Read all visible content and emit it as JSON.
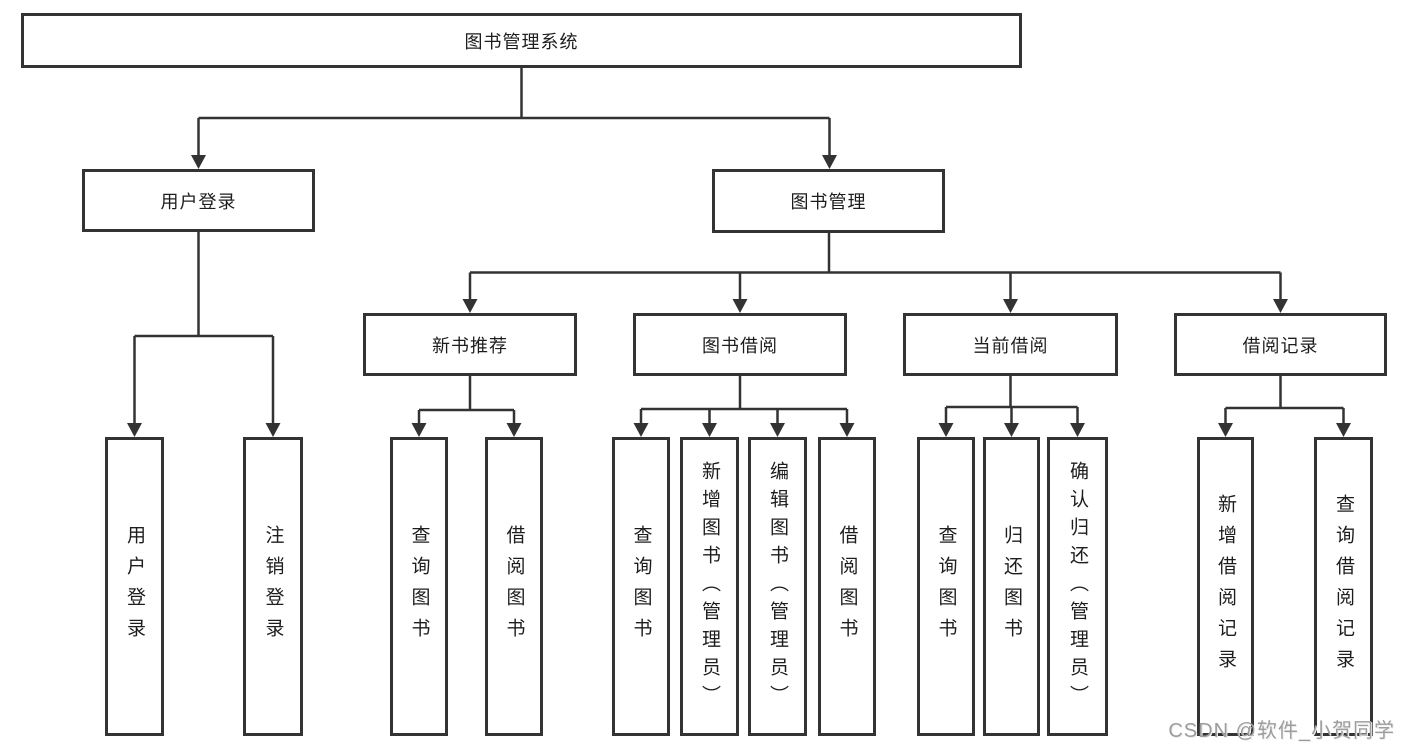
{
  "diagram": {
    "root": {
      "label": "图书管理系统"
    },
    "branches": [
      {
        "label": "用户登录",
        "children": [
          {
            "label": "用户登录"
          },
          {
            "label": "注销登录"
          }
        ]
      },
      {
        "label": "图书管理",
        "children": [
          {
            "label": "新书推荐",
            "children": [
              {
                "label": "查询图书"
              },
              {
                "label": "借阅图书"
              }
            ]
          },
          {
            "label": "图书借阅",
            "children": [
              {
                "label": "查询图书"
              },
              {
                "label": "新增图书（管理员）"
              },
              {
                "label": "编辑图书（管理员）"
              },
              {
                "label": "借阅图书"
              }
            ]
          },
          {
            "label": "当前借阅",
            "children": [
              {
                "label": "查询图书"
              },
              {
                "label": "归还图书"
              },
              {
                "label": "确认归还（管理员）"
              }
            ]
          },
          {
            "label": "借阅记录",
            "children": [
              {
                "label": "新增借阅记录"
              },
              {
                "label": "查询借阅记录"
              }
            ]
          }
        ]
      }
    ]
  },
  "watermark": {
    "text": "CSDN @软件_小贺同学"
  },
  "colors": {
    "line": "#333333",
    "text": "#1d1d1d",
    "background": "#ffffff",
    "watermark": "#9d9d9d"
  }
}
